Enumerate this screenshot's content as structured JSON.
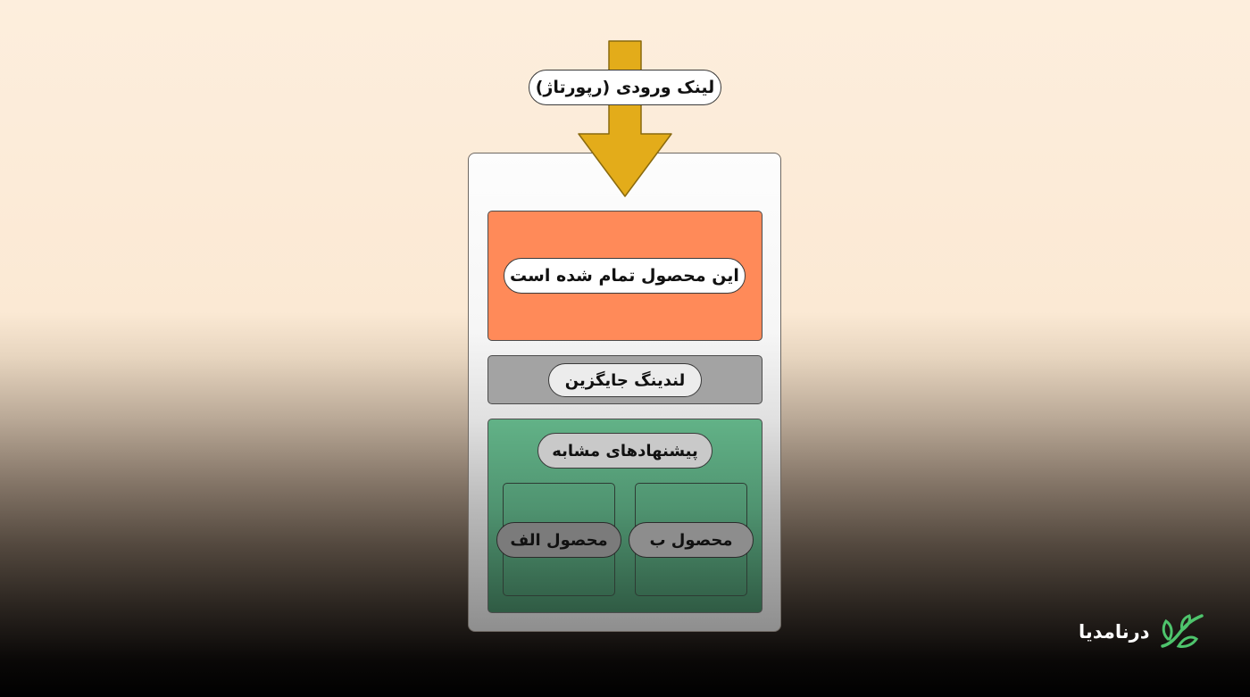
{
  "diagram": {
    "entry_link_label": "لینک ورودی (رپورتاژ)",
    "out_of_stock_label": "این محصول تمام شده است",
    "replacement_landing_label": "لندینگ جایگزین",
    "similar_suggestions_label": "پیشنهادهای مشابه",
    "product_b_label": "محصول ب",
    "product_a_label": "محصول الف"
  },
  "brand": {
    "logo_text": "درنامدیا"
  },
  "colors": {
    "arrow": "#e3ac1a",
    "out_of_stock_block": "#ff8a59",
    "landing_block": "#a3a3a3",
    "suggestions_block": "#4f9370",
    "logo_mark": "#4ec46c"
  },
  "icons": {
    "logo_mark": "leaf-logo-icon",
    "entry_arrow": "down-arrow-icon"
  }
}
